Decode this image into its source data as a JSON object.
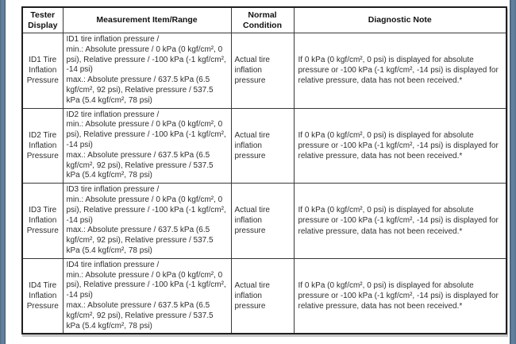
{
  "frame": {
    "side_bar_color": "#62809e",
    "side_bar_edge_color": "#394b61"
  },
  "table": {
    "headers": {
      "tester_display": "Tester\nDisplay",
      "measurement": "Measurement Item/Range",
      "normal_condition": "Normal\nCondition",
      "diagnostic_note": "Diagnostic Note"
    },
    "rows": [
      {
        "tester_display": "ID1 Tire Inflation Pressure",
        "measurement": "ID1 tire inflation pressure /\nmin.: Absolute pressure / 0 kPa (0 kgf/cm², 0 psi), Relative pressure / -100 kPa (-1 kgf/cm², -14 psi)\nmax.: Absolute pressure / 637.5 kPa (6.5 kgf/cm², 92 psi), Relative pressure / 537.5 kPa (5.4 kgf/cm², 78 psi)",
        "normal_condition": "Actual tire inflation pressure",
        "diagnostic_note": "If 0 kPa (0 kgf/cm², 0 psi) is displayed for absolute pressure or -100 kPa (-1 kgf/cm², -14 psi) is displayed for relative pressure, data has not been received.*"
      },
      {
        "tester_display": "ID2 Tire Inflation Pressure",
        "measurement": "ID2 tire inflation pressure /\nmin.: Absolute pressure / 0 kPa (0 kgf/cm², 0 psi), Relative pressure / -100 kPa (-1 kgf/cm², -14 psi)\nmax.: Absolute pressure / 637.5 kPa (6.5 kgf/cm², 92 psi), Relative pressure / 537.5 kPa (5.4 kgf/cm², 78 psi)",
        "normal_condition": "Actual tire inflation pressure",
        "diagnostic_note": "If 0 kPa (0 kgf/cm², 0 psi) is displayed for absolute pressure or -100 kPa (-1 kgf/cm², -14 psi) is displayed for relative pressure, data has not been received.*"
      },
      {
        "tester_display": "ID3 Tire Inflation Pressure",
        "measurement": "ID3 tire inflation pressure /\nmin.: Absolute pressure / 0 kPa (0 kgf/cm², 0 psi), Relative pressure / -100 kPa (-1 kgf/cm², -14 psi)\nmax.: Absolute pressure / 637.5 kPa (6.5 kgf/cm², 92 psi), Relative pressure / 537.5 kPa (5.4 kgf/cm², 78 psi)",
        "normal_condition": "Actual tire inflation pressure",
        "diagnostic_note": "If 0 kPa (0 kgf/cm², 0 psi) is displayed for absolute pressure or -100 kPa (-1 kgf/cm², -14 psi) is displayed for relative pressure, data has not been received.*"
      },
      {
        "tester_display": "ID4 Tire Inflation Pressure",
        "measurement": "ID4 tire inflation pressure /\nmin.: Absolute pressure / 0 kPa (0 kgf/cm², 0 psi), Relative pressure / -100 kPa (-1 kgf/cm², -14 psi)\nmax.: Absolute pressure / 637.5 kPa (6.5 kgf/cm², 92 psi), Relative pressure / 537.5 kPa (5.4 kgf/cm², 78 psi)",
        "normal_condition": "Actual tire inflation pressure",
        "diagnostic_note": "If 0 kPa (0 kgf/cm², 0 psi) is displayed for absolute pressure or -100 kPa (-1 kgf/cm², -14 psi) is displayed for relative pressure, data has not been received.*"
      }
    ]
  }
}
